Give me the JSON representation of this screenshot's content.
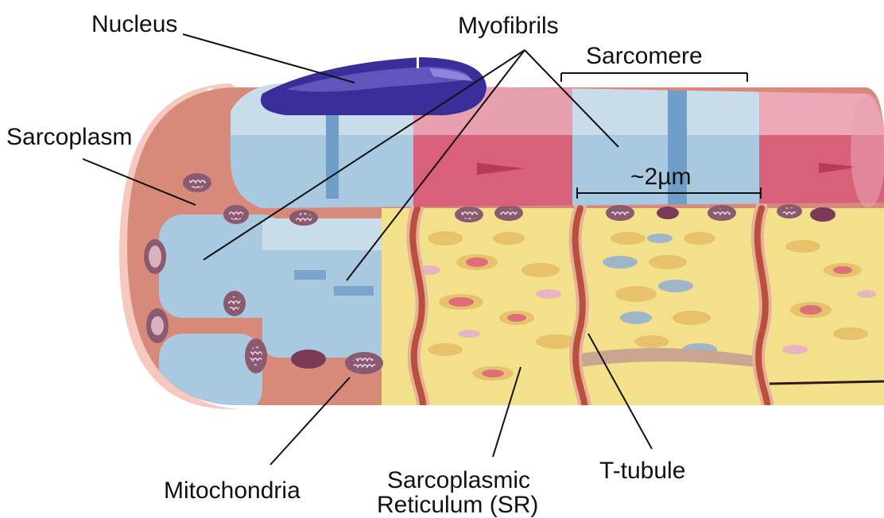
{
  "labels": {
    "nucleus": "Nucleus",
    "myofibrils": "Myofibrils",
    "sarcomere": "Sarcomere",
    "sarcoplasm": "Sarcoplasm",
    "length": "~2µm",
    "mitochondria": "Mitochondria",
    "sr_line1": "Sarcoplasmic",
    "sr_line2": "Reticulum (SR)",
    "t_tubule": "T-tubule"
  },
  "colors": {
    "myofibril_blue": "#a9c9e0",
    "myofibril_pink": "#d9607a",
    "nucleus": "#3a2f9a",
    "sarcoplasm": "#d88a7a",
    "sr_yellow": "#f3e08a",
    "t_tubule": "#b8503c",
    "mitochondria": "#a06a80"
  }
}
